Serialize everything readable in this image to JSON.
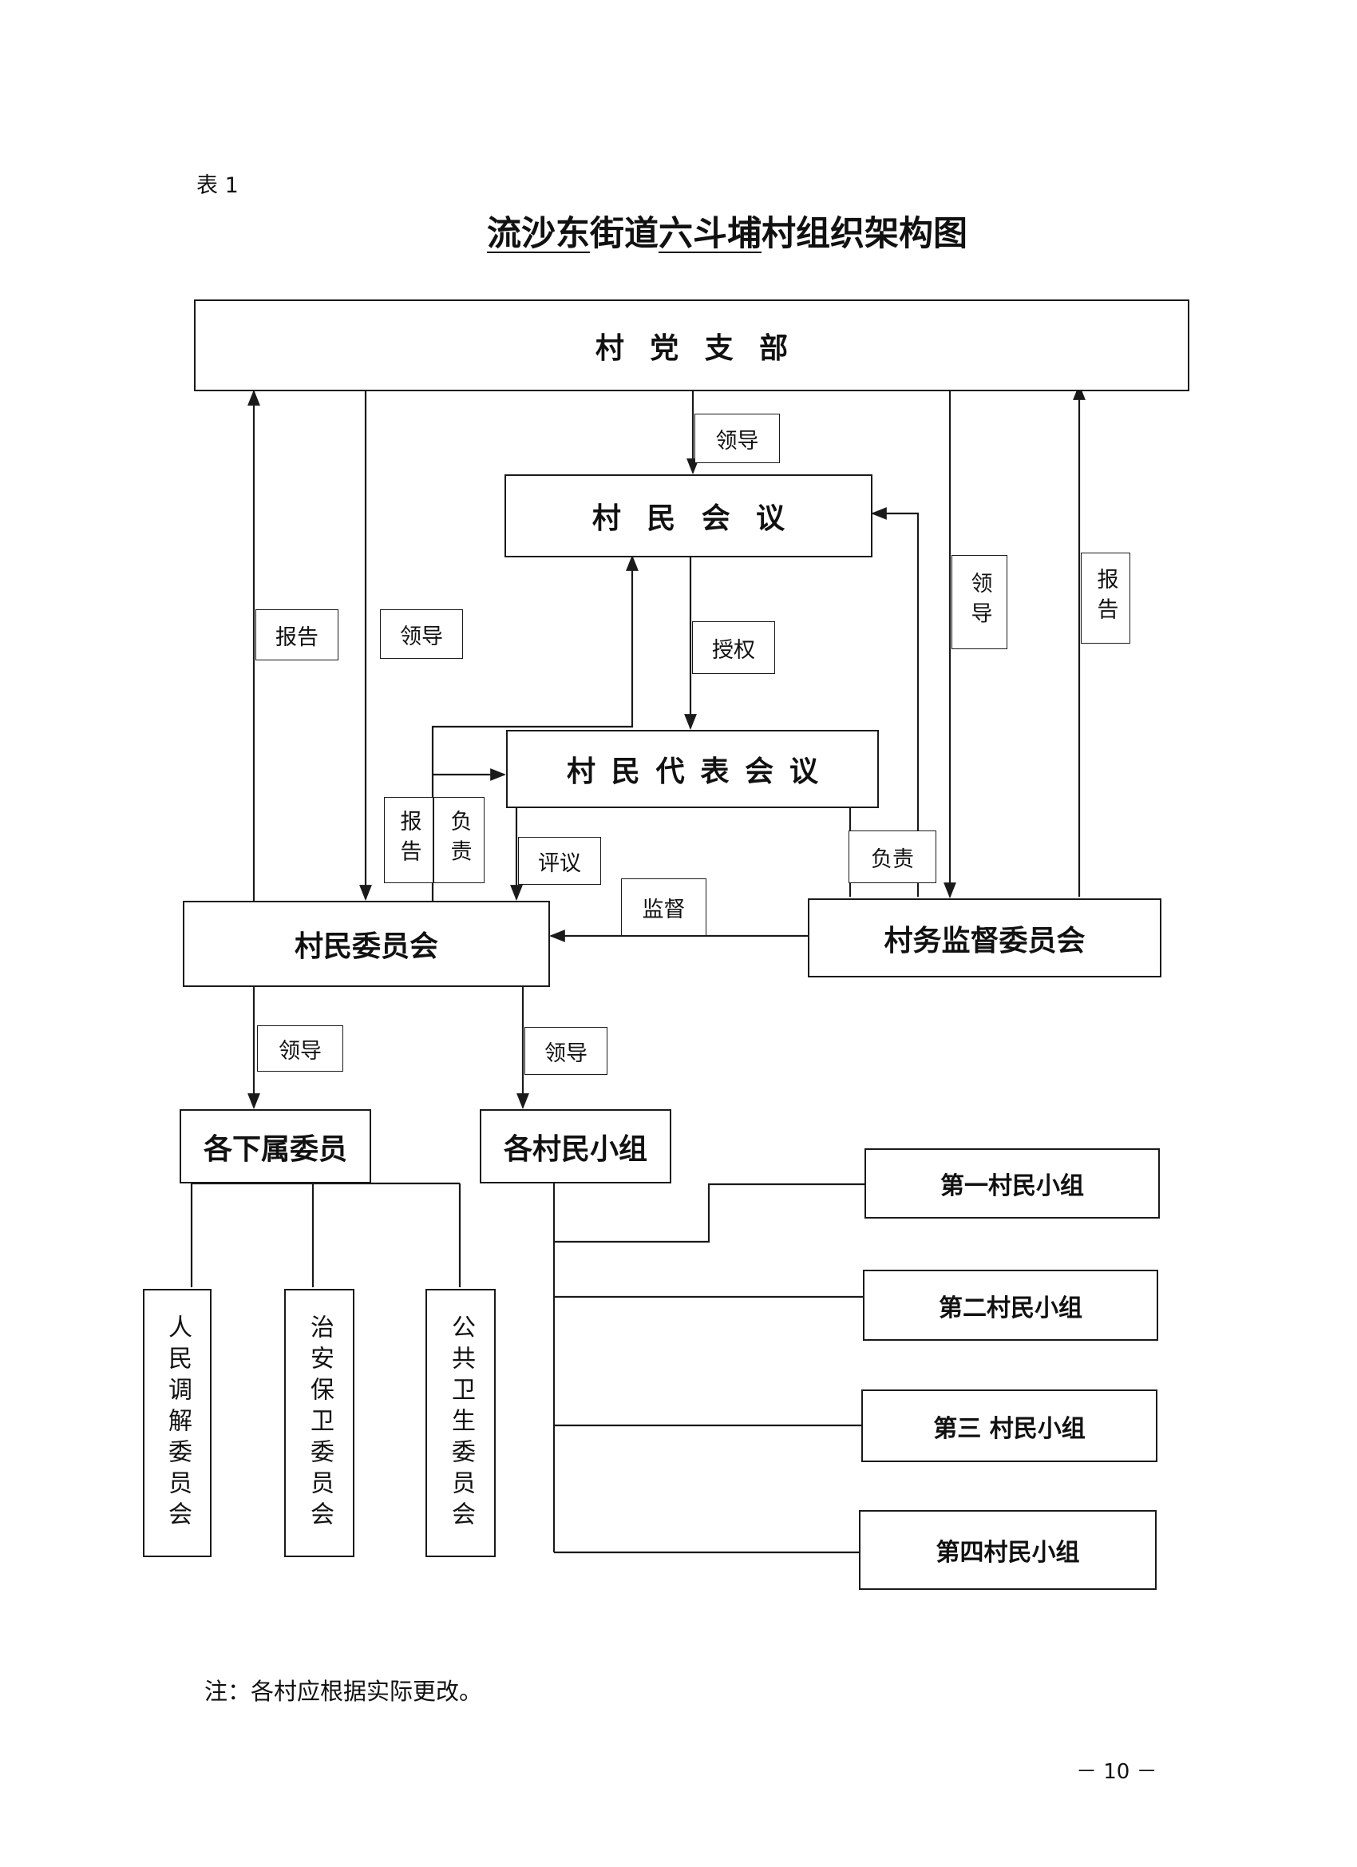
{
  "header": {
    "table_label": "表 1"
  },
  "title": {
    "segments": [
      {
        "text": "流沙东",
        "underline": true
      },
      {
        "text": "街道",
        "underline": false
      },
      {
        "text": "六斗埔",
        "underline": true
      },
      {
        "text": "村组织架构图",
        "underline": false
      }
    ]
  },
  "nodes": {
    "party_branch": "村党支部",
    "villagers_meeting": "村民会议",
    "representatives_meeting": "村民代表会议",
    "villagers_committee": "村民委员会",
    "supervisory_committee": "村务监督委员会",
    "subordinate_members": "各下属委员",
    "villager_groups": "各村民小组",
    "mediation_committee": "人民调解委员会",
    "security_committee": "治安保卫委员会",
    "health_committee": "公共卫生委员会",
    "group_1": "第一村民小组",
    "group_2": "第二村民小组",
    "group_3": "第三 村民小组",
    "group_4": "第四村民小组"
  },
  "relations": {
    "lead": "领导",
    "report": "报告",
    "authorize": "授权",
    "responsible": "负责",
    "review": "评议",
    "supervise": "监督"
  },
  "note": "注：各村应根据实际更改。",
  "page_number": "－ 10 －"
}
